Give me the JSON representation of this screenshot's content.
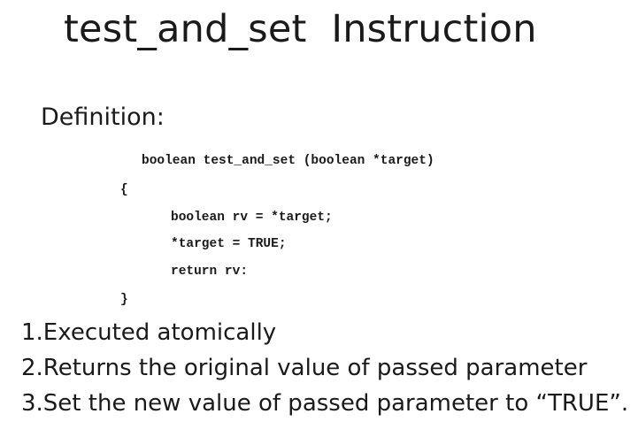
{
  "slide": {
    "title": "test_and_set  Instruction",
    "definition_label": "Definition:",
    "code": {
      "signature": "boolean test_and_set (boolean *target)",
      "open_brace": "{",
      "line_rv": "boolean rv = *target;",
      "line_assign": "*target = TRUE;",
      "line_return": "return rv:",
      "close_brace": "}"
    },
    "points": [
      "1.Executed atomically",
      "2.Returns the original value of passed parameter",
      "3.Set the new value of passed parameter to “TRUE”."
    ]
  }
}
